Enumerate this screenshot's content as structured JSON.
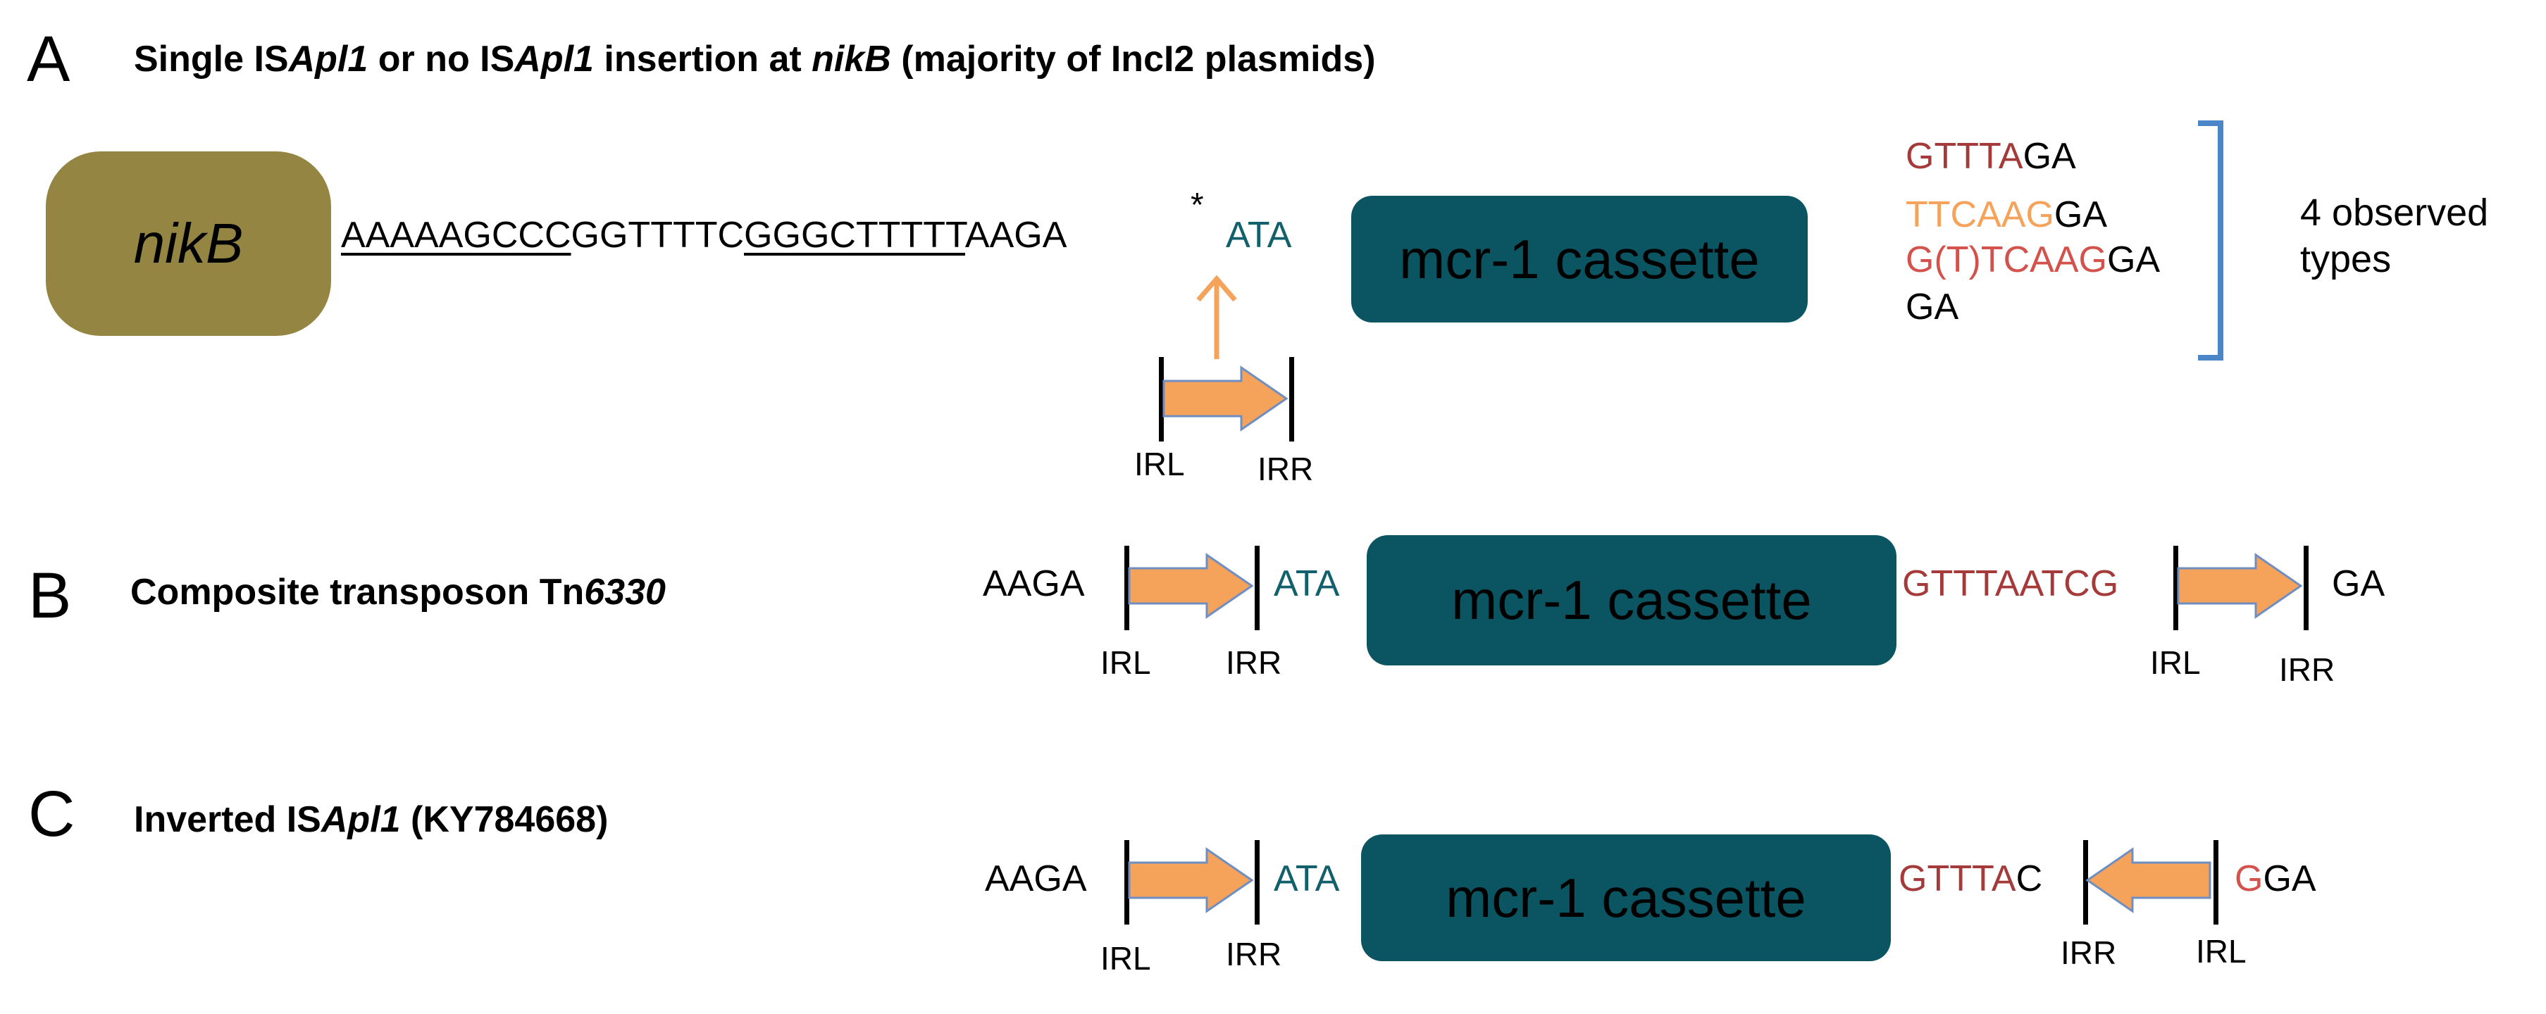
{
  "panelA": {
    "letter": "A",
    "heading_parts": [
      "Single IS",
      "Apl1",
      " or no IS",
      "Apl1",
      " insertion at ",
      "nikB",
      " (majority of IncI2 plasmids)"
    ],
    "gene_label": "nikB",
    "seq_parts": [
      "AAAAAGCCC",
      "GGTTTTC",
      "GGGCTTTTT",
      "AAGA"
    ],
    "asterisk": "*",
    "ata": "ATA",
    "cassette_label": "mcr-1 cassette",
    "irl": "IRL",
    "irr": "IRR",
    "types": [
      [
        "GTTTA",
        "GA"
      ],
      [
        "TTCAAG",
        "GA"
      ],
      [
        "G(T)TCAAG",
        "GA"
      ],
      [
        "",
        "GA"
      ]
    ],
    "observed_lines": [
      "4 observed",
      "types"
    ]
  },
  "panelB": {
    "letter": "B",
    "heading_parts": [
      "Composite transposon Tn",
      "6330"
    ],
    "left_seq": "AAGA",
    "ata": "ATA",
    "cassette_label": "mcr-1 cassette",
    "right_seq": "GTTTAATCG",
    "end_seq": "GA",
    "irl": "IRL",
    "irr": "IRR"
  },
  "panelC": {
    "letter": "C",
    "heading_parts": [
      "Inverted IS",
      "Apl1",
      " (KY784668)"
    ],
    "left_seq": "AAGA",
    "ata": "ATA",
    "cassette_label": "mcr-1 cassette",
    "right_seq_parts": [
      "GTTTA",
      "C"
    ],
    "end_seq_parts": [
      "G",
      "GA"
    ],
    "irl": "IRL",
    "irr": "IRR"
  },
  "colors": {
    "teal_box": "#0b5563",
    "olive_box": "#948642",
    "arrow_fill": "#f5a25a",
    "arrow_stroke": "#6f8fc2",
    "bracket": "#4a86c8",
    "teal_text": "#11606b",
    "red_text": "#a53a3a",
    "orange_text": "#f5a25a"
  }
}
